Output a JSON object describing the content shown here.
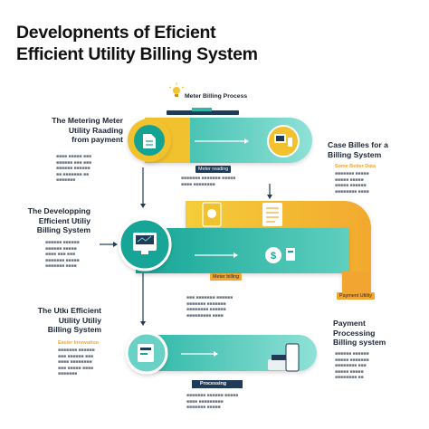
{
  "title": {
    "line1": "Developnents of Eficient",
    "line2": "Efficient Utility Billing System"
  },
  "stage_titles": {
    "top": "Meter Billing Process",
    "left1": [
      "The Metering Meter",
      "Utility Raading",
      "from payment"
    ],
    "left2": [
      "The Developping",
      "Efficient Utiliy",
      "Billing System"
    ],
    "left3": [
      "The Utkı Efficient",
      "Utility Utiliy",
      "Billing System"
    ],
    "right1": [
      "Case Billes for a",
      "Billing System"
    ],
    "right2": [
      "Payment",
      "Processing",
      "Billing system"
    ]
  },
  "tags": {
    "meter_reading": "Meter reading",
    "meter_billing": "Meter billing",
    "payment_utility": "Payment Utility",
    "right1_small": "Some Better Data",
    "left3_small": "Easier Innovation",
    "processing": "Processing"
  },
  "colors": {
    "yellow": "#f2c12e",
    "orange": "#f3a532",
    "teal": "#1aa99a",
    "teal_dark": "#0f8e84",
    "navy": "#1f3b57",
    "mint": "#69d1c5"
  },
  "icons": [
    "monitor-icon",
    "meter-icon",
    "bill-icon",
    "dollar-icon",
    "card-icon",
    "lightbulb-icon",
    "printer-icon",
    "document-icon"
  ]
}
